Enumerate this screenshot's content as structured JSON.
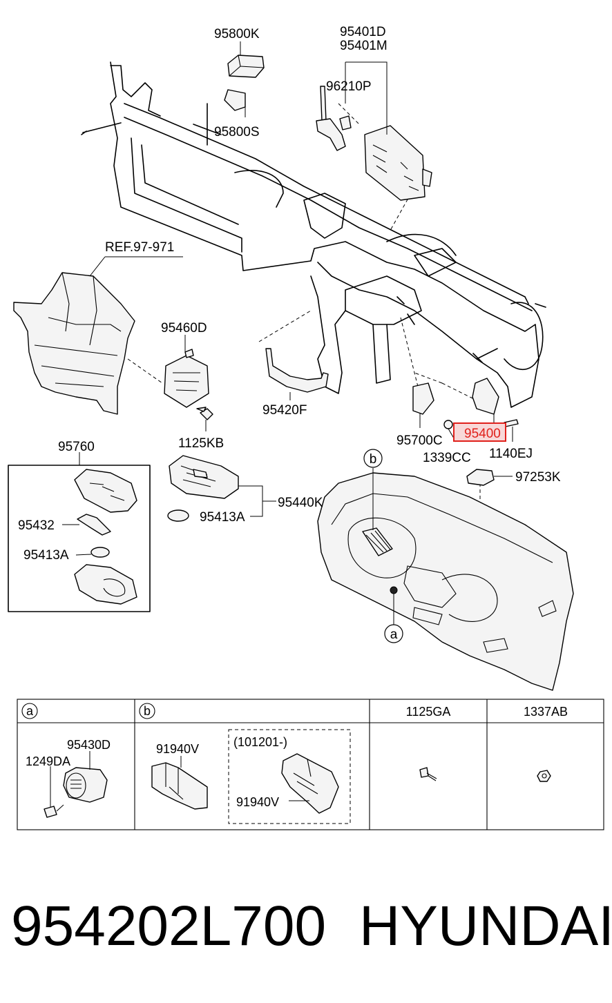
{
  "labels": {
    "p95800K": "95800K",
    "p95800S": "95800S",
    "p95401D": "95401D",
    "p95401M": "95401M",
    "p96210P": "96210P",
    "ref97971": "REF.97-971",
    "p95460D": "95460D",
    "p95420F": "95420F",
    "p1125KB": "1125KB",
    "p95700C": "95700C",
    "p95400": "95400",
    "p1339CC": "1339CC",
    "p1140EJ": "1140EJ",
    "p95760": "95760",
    "p95432": "95432",
    "p95413A_left": "95413A",
    "p95413A_mid": "95413A",
    "p95440K": "95440K",
    "p97253K": "97253K",
    "callout_b": "b",
    "callout_a": "a"
  },
  "highlight": {
    "part": "95400",
    "color": "#e0201b"
  },
  "table": {
    "headers": [
      "a",
      "b",
      "1125GA",
      "1337AB"
    ],
    "cell_a": {
      "label1": "95430D",
      "label2": "1249DA"
    },
    "cell_b": {
      "label1": "91940V",
      "box_title": "(101201-)",
      "label2": "91940V"
    }
  },
  "footer": {
    "part_number": "954202L700",
    "brand": "HYUNDAI"
  }
}
